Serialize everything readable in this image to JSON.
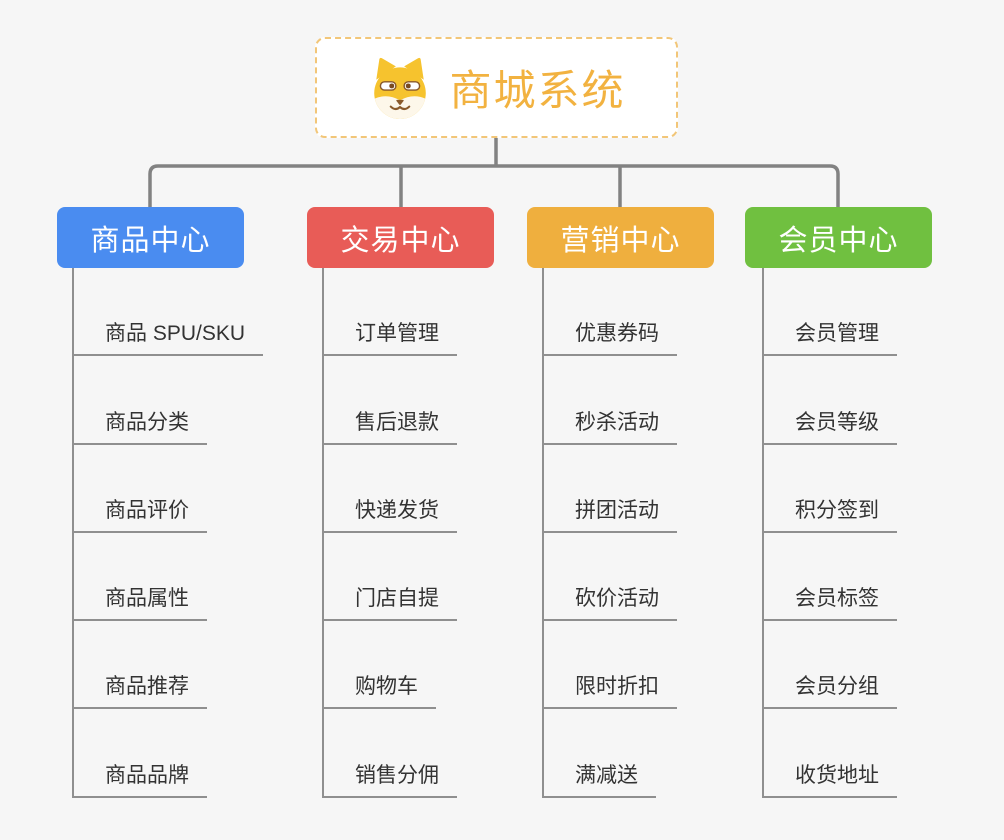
{
  "page": {
    "background_color": "#f6f6f6",
    "connector_color": "#828282",
    "child_line_color": "#8f8f8f"
  },
  "root": {
    "label": "商城系统",
    "icon": "shiba-dog-icon",
    "text_color": "#f2b240",
    "border_color": "#f2c678",
    "fill_color": "#ffffff"
  },
  "branches": [
    {
      "label": "商品中心",
      "color": "#4a8cf0",
      "children": [
        "商品 SPU/SKU",
        "商品分类",
        "商品评价",
        "商品属性",
        "商品推荐",
        "商品品牌"
      ]
    },
    {
      "label": "交易中心",
      "color": "#e85c57",
      "children": [
        "订单管理",
        "售后退款",
        "快递发货",
        "门店自提",
        "购物车",
        "销售分佣"
      ]
    },
    {
      "label": "营销中心",
      "color": "#efaf3e",
      "children": [
        "优惠券码",
        "秒杀活动",
        "拼团活动",
        "砍价活动",
        "限时折扣",
        "满减送"
      ]
    },
    {
      "label": "会员中心",
      "color": "#70c040",
      "children": [
        "会员管理",
        "会员等级",
        "积分签到",
        "会员标签",
        "会员分组",
        "收货地址"
      ]
    }
  ]
}
